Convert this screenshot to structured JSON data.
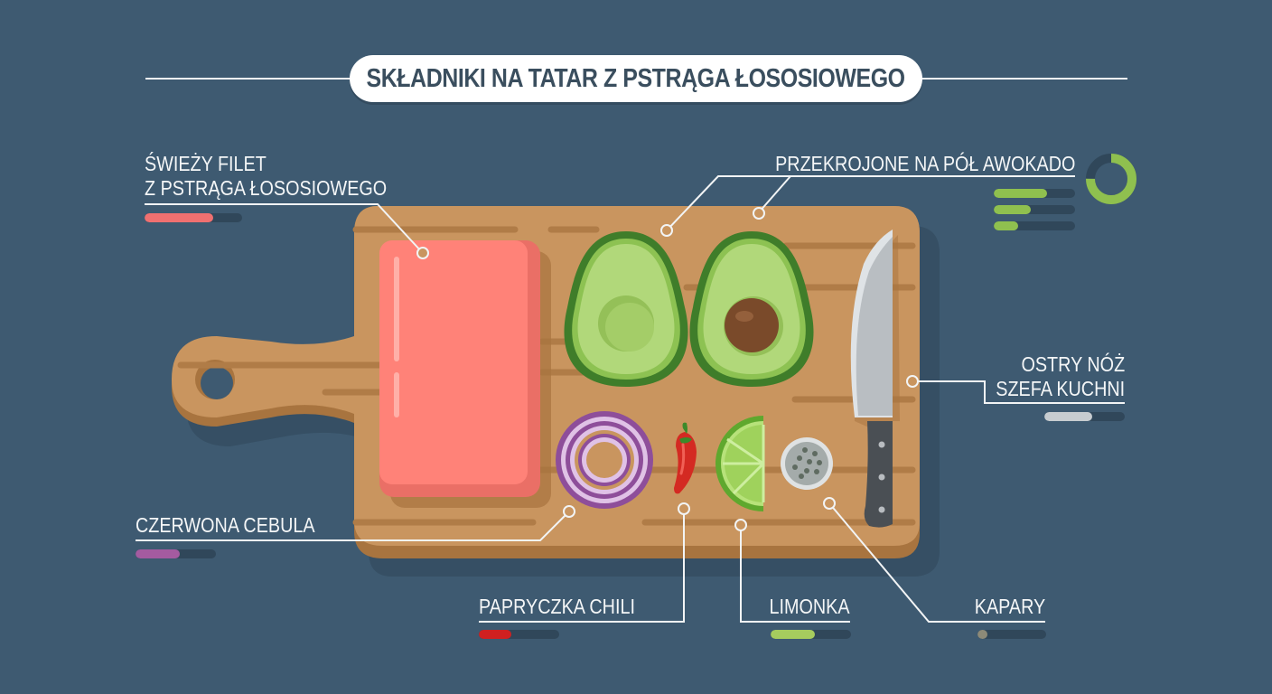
{
  "title": "SKŁADNIKI NA TATAR Z PSTRĄGA ŁOSOSIOWEGO",
  "colors": {
    "background": "#3e5a71",
    "board": "#c9955f",
    "board_shadow": "#a8743f",
    "trout": "#ff7f74",
    "avocado": "#a9d16a",
    "onion": "#8e4e9a",
    "chili": "#d42a22",
    "lime": "#79bd3b",
    "capers": "#9ba3a0",
    "knife_blade": "#b9bec2",
    "knife_handle": "#4a4f54"
  },
  "ingredients": [
    {
      "id": "trout",
      "line1": "ŚWIEŻY FILET",
      "line2": "Z PSTRĄGA ŁOSOSIOWEGO",
      "bar_color": "#f07070",
      "bar_fill": 70
    },
    {
      "id": "avocado",
      "label": "PRZEKROJONE NA PÓŁ AWOKADO",
      "bars": [
        {
          "color": "#8fc04f",
          "fill": 65
        },
        {
          "color": "#8fc04f",
          "fill": 45
        },
        {
          "color": "#8fc04f",
          "fill": 30
        }
      ],
      "donut_percent": 75,
      "donut_color": "#8fc04f"
    },
    {
      "id": "knife",
      "line1": "OSTRY NÓŻ",
      "line2": "SZEFA KUCHNI",
      "bar_color": "#c7ccd0",
      "bar_fill": 60
    },
    {
      "id": "onion",
      "label": "CZERWONA CEBULA",
      "bar_color": "#a45ba0",
      "bar_fill": 55
    },
    {
      "id": "chili",
      "label": "PAPRYCZKA CHILI",
      "bar_color": "#d02020",
      "bar_fill": 40
    },
    {
      "id": "lime",
      "label": "LIMONKA",
      "bar_color": "#a6cc5e",
      "bar_fill": 55
    },
    {
      "id": "capers",
      "label": "KAPARY",
      "bar_color": "#8d8a78",
      "bar_fill": 12
    }
  ]
}
